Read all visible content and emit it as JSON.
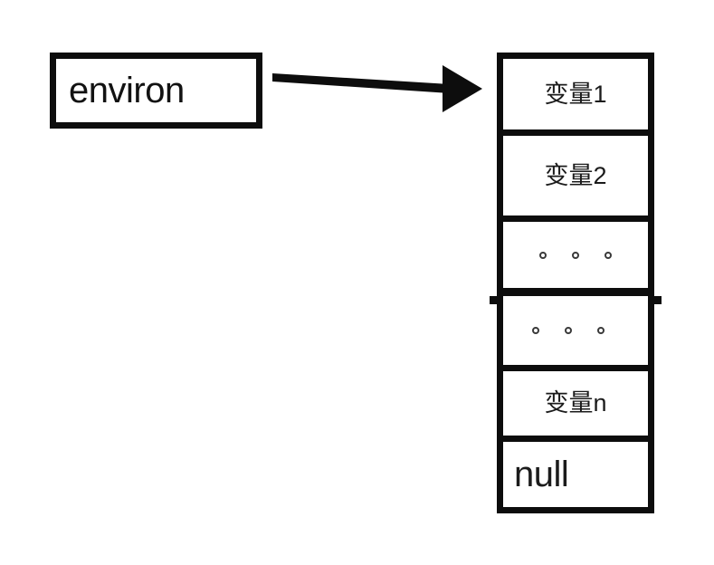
{
  "diagram": {
    "type": "pointer-to-array",
    "background_color": "#ffffff",
    "stroke_color": "#0d0d0d",
    "text_color": "#1b1b1b"
  },
  "pointer": {
    "label": "environ",
    "name": "environ-pointer-box"
  },
  "arrow": {
    "name": "pointer-arrow",
    "direction": "right",
    "from": "environ",
    "to": "env-array",
    "color": "#0d0d0d"
  },
  "env_array": {
    "name": "environment-variable-array",
    "cells": [
      {
        "id": "cell-0",
        "label": "变量1",
        "kind": "variable"
      },
      {
        "id": "cell-1",
        "label": "变量2",
        "kind": "variable"
      },
      {
        "id": "cell-2",
        "label": "",
        "kind": "ellipsis",
        "dots": 3
      },
      {
        "id": "cell-3",
        "label": "",
        "kind": "ellipsis",
        "dots": 3
      },
      {
        "id": "cell-4",
        "label": "变量n",
        "kind": "variable"
      },
      {
        "id": "cell-5",
        "label": "null",
        "kind": "terminator"
      }
    ]
  }
}
